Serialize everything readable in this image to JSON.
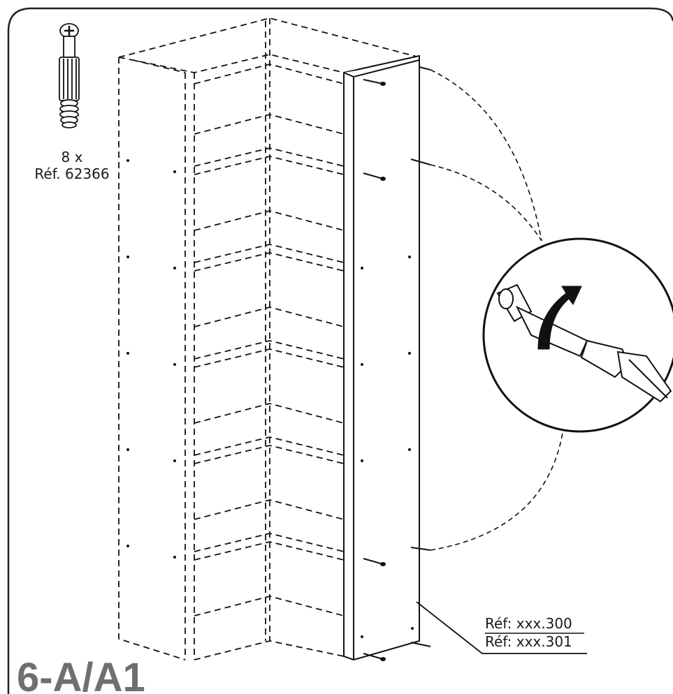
{
  "hardware": {
    "quantity": "8 x",
    "reference": "Réf. 62366"
  },
  "panel_refs": [
    "Réf: xxx.300",
    "Réf: xxx.301"
  ],
  "step_label": "6-A/A1",
  "colors": {
    "ink": "#1a1a1a",
    "step": "#6f6f6f",
    "frame": "#222222"
  },
  "icons": [
    "cam-bolt-icon",
    "screwdriver-icon",
    "rotate-arrow-icon"
  ]
}
